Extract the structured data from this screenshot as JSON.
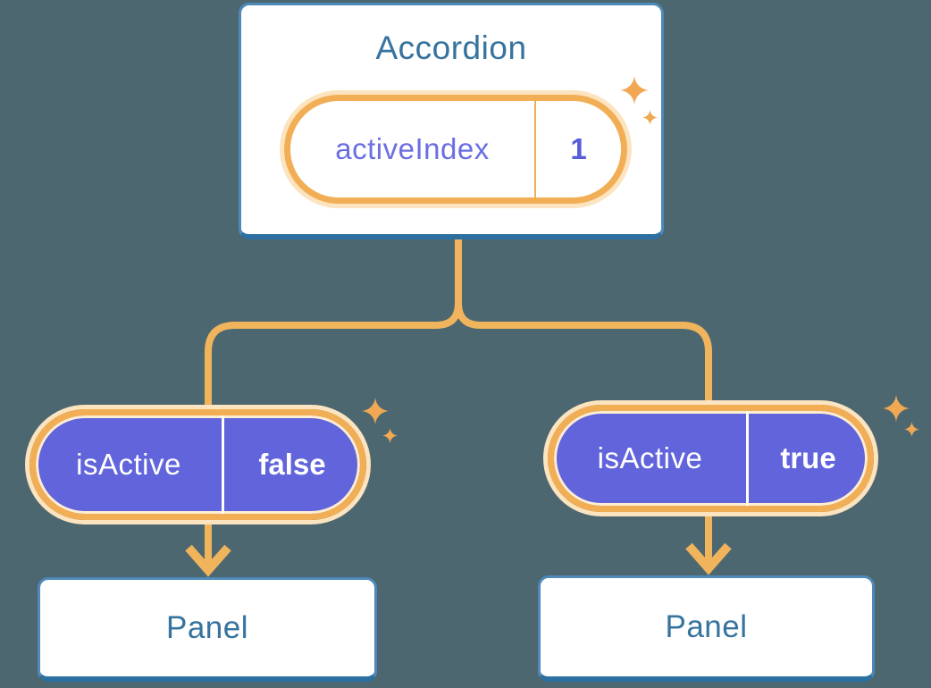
{
  "diagram": {
    "type": "react-component-state-tree",
    "root": {
      "title": "Accordion",
      "pill": {
        "name": "activeIndex",
        "value": "1"
      }
    },
    "children": [
      {
        "pill": {
          "name": "isActive",
          "value": "false"
        },
        "panel": "Panel"
      },
      {
        "pill": {
          "name": "isActive",
          "value": "true"
        },
        "panel": "Panel"
      }
    ]
  },
  "icons": {
    "sparkle": "four-point-sparkle-icon",
    "arrow": "down-arrow-icon"
  },
  "colors": {
    "background": "#4D6771",
    "card_fill": "#FFFFFF",
    "card_border": "#4E89B9",
    "card_border_bottom": "#2C70A1",
    "heading_text": "#36739E",
    "pill_halo": "#FBE4BF",
    "pill_ring": "#F2AE55",
    "pill_inner_edge": "#FDEED2",
    "pill_purple": "#6164DB",
    "pill_text_purple": "#6B6EE2",
    "pill_value_purple": "#585CD9",
    "pill_text_white": "#FFFFFF",
    "connector": "#F0B45C",
    "sparkle": "#F0A952"
  }
}
